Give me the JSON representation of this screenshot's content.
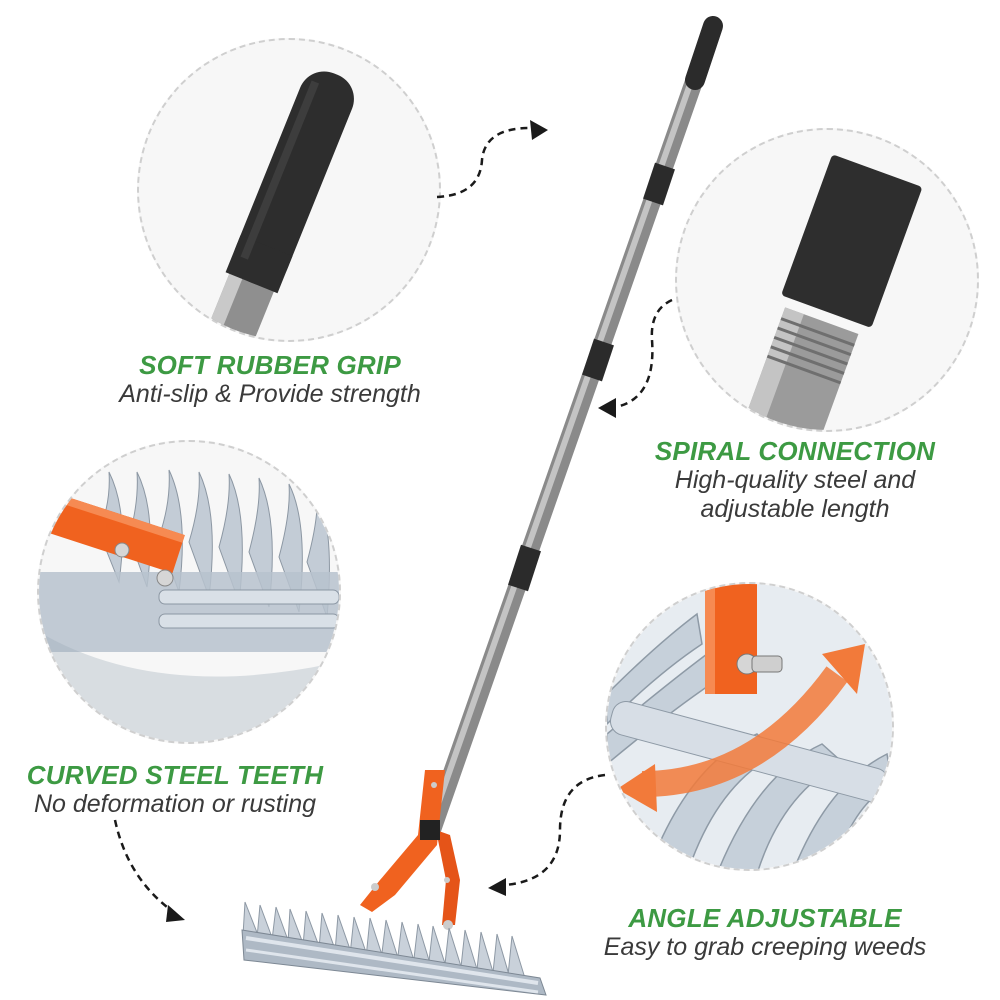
{
  "product": {
    "name_icon": "thatch-rake-illustration",
    "colors": {
      "accent_green": "#3d9a43",
      "description_gray": "#3a3a3a",
      "rake_orange": "#f0621f",
      "handle_silver": "#a6a6a6",
      "grip_black": "#2b2b2b",
      "circle_border": "#cfcfcf"
    }
  },
  "features": [
    {
      "id": "grip",
      "title": "SOFT RUBBER GRIP",
      "description": "Anti-slip & Provide strength",
      "image_icon": "rubber-grip-closeup"
    },
    {
      "id": "spiral",
      "title": "SPIRAL CONNECTION",
      "description_lines": [
        "High-quality steel and",
        "adjustable length"
      ],
      "image_icon": "spiral-connector-closeup"
    },
    {
      "id": "teeth",
      "title": "CURVED STEEL TEETH",
      "description": "No deformation or rusting",
      "image_icon": "steel-teeth-closeup"
    },
    {
      "id": "angle",
      "title": "ANGLE ADJUSTABLE",
      "description": "Easy to grab creeping weeds",
      "image_icon": "angle-adjust-closeup"
    }
  ]
}
